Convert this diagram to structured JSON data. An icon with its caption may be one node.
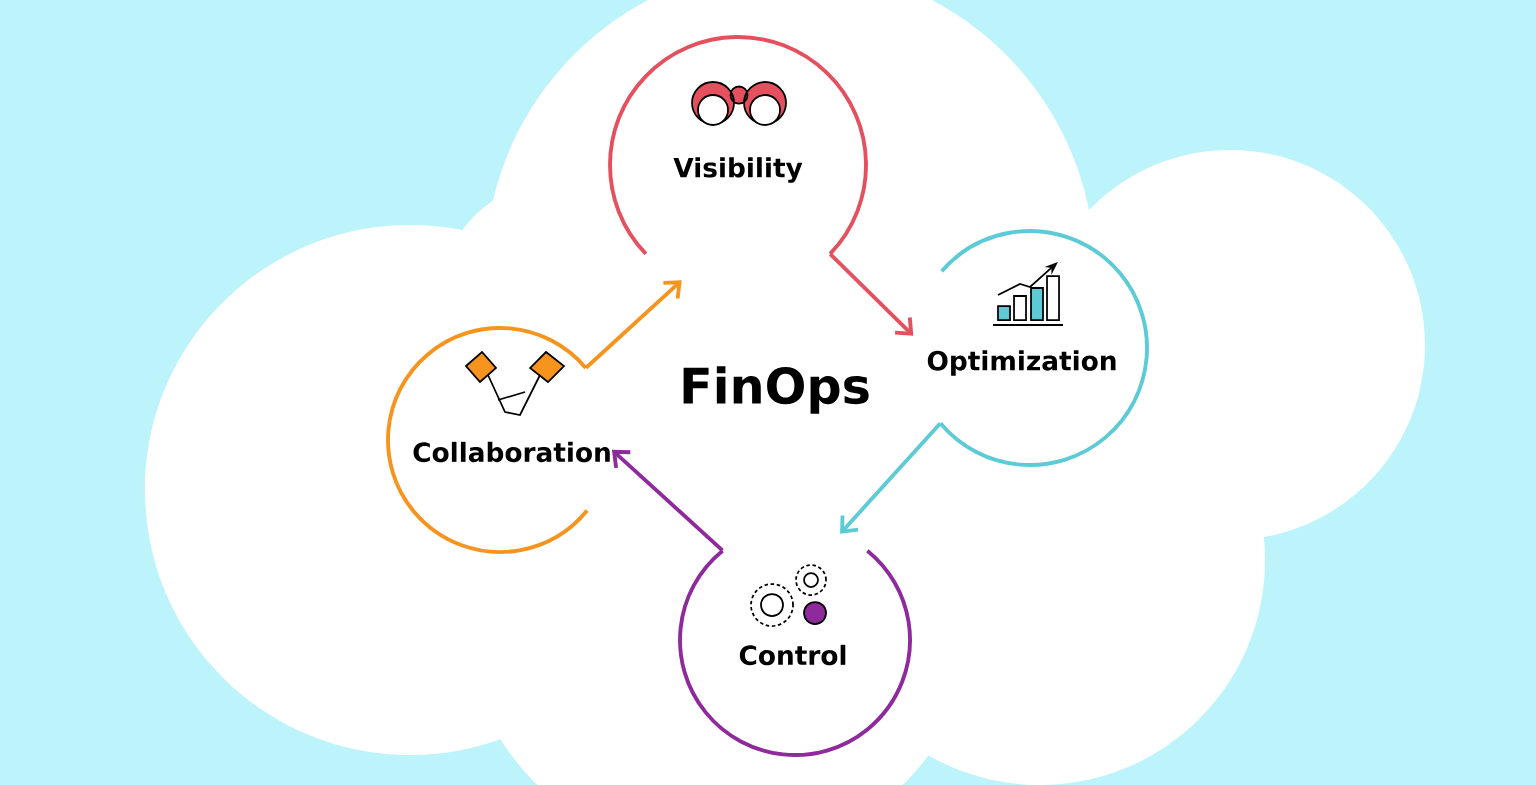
{
  "diagram": {
    "nodes": [
      {
        "text": [
          "Visibility"
        ]
      },
      {
        "text": [
          "Optimization"
        ]
      },
      {
        "text": [
          "Control"
        ]
      },
      {
        "text": [
          "Collaboration"
        ]
      }
    ],
    "edges": [
      {
        "from": 0,
        "to": 1,
        "arrow": "to",
        "color": "#e4505e"
      },
      {
        "from": 1,
        "to": 2,
        "arrow": "to",
        "color": "#5ccbd6"
      },
      {
        "from": 2,
        "to": 3,
        "arrow": "to",
        "color": "#8e2a9c"
      },
      {
        "from": 3,
        "to": 0,
        "arrow": "to",
        "color": "#f7941d"
      }
    ],
    "labels": [
      "FinOps"
    ]
  }
}
